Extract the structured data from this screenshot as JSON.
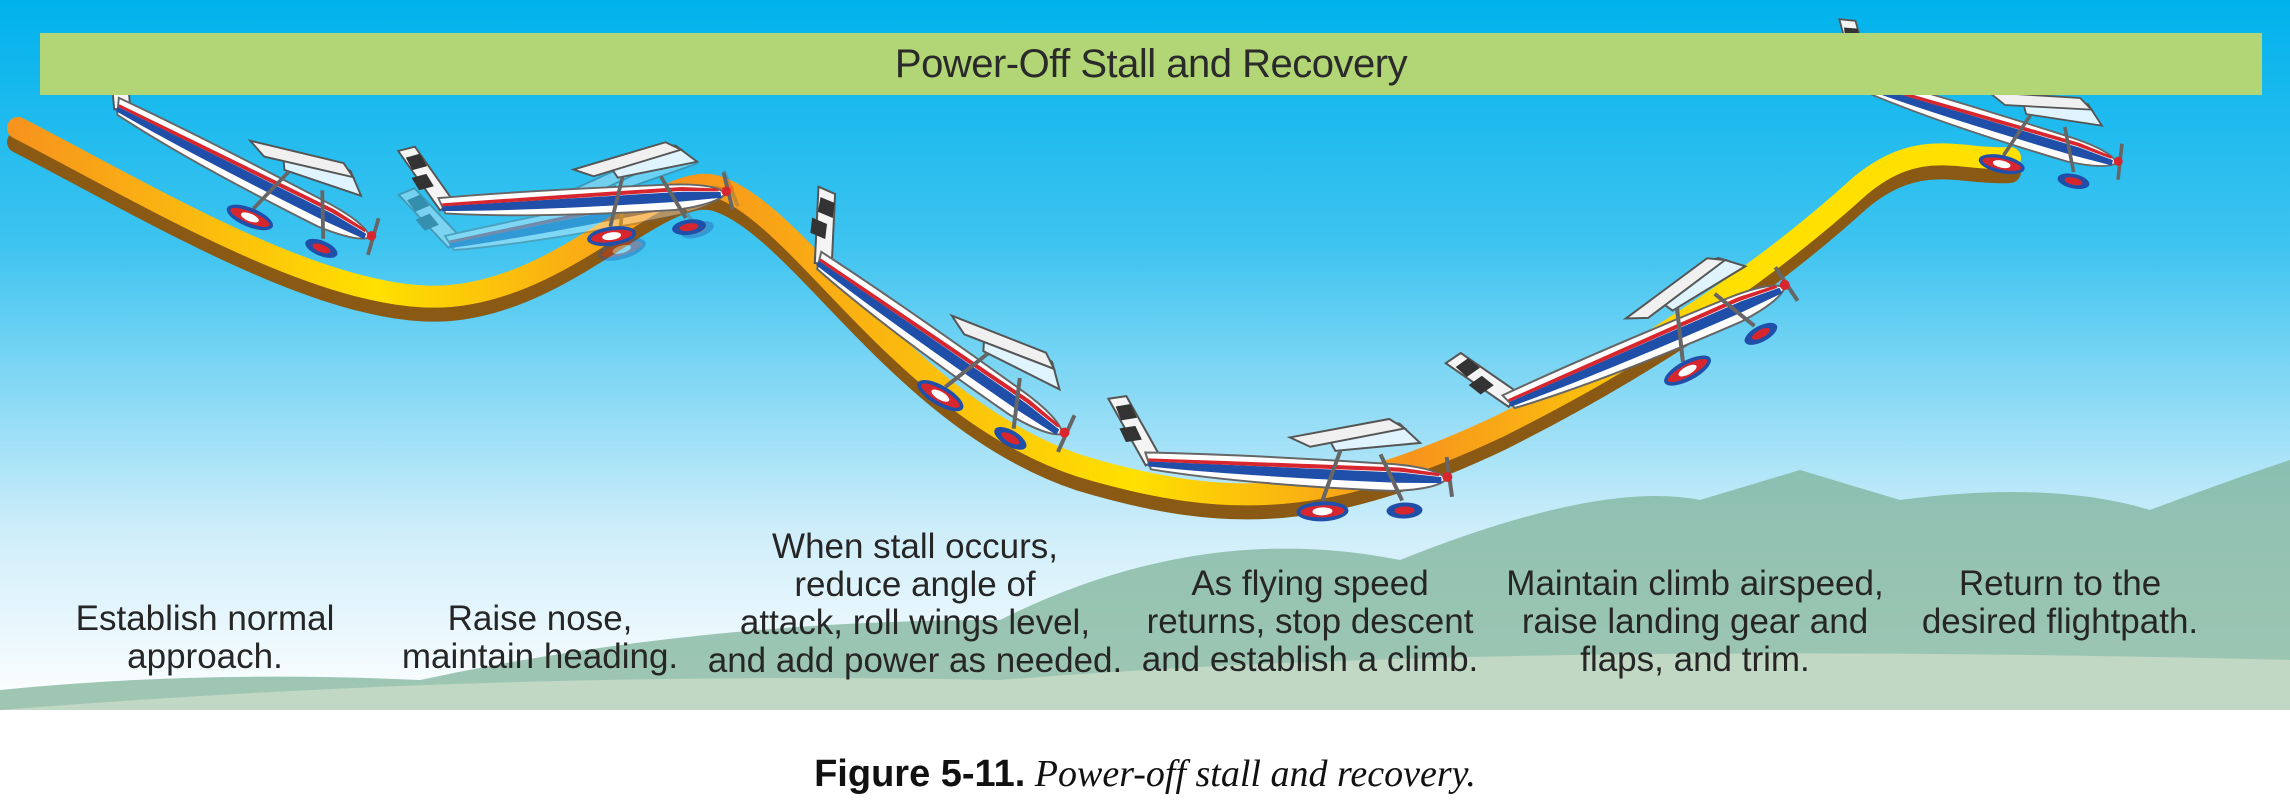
{
  "diagram": {
    "title": "Power-Off Stall and Recovery",
    "steps": [
      "Establish normal\napproach.",
      "Raise nose,\nmaintain heading.",
      "When stall occurs,\nreduce angle of\nattack, roll wings level,\nand add power as needed.",
      "As flying speed\nreturns, stop descent\nand establish a climb.",
      "Maintain climb airspeed,\nraise landing gear and\nflaps, and trim.",
      "Return to the\ndesired flightpath."
    ]
  },
  "caption": {
    "label": "Figure 5-11.",
    "text": "Power-off stall and recovery."
  },
  "colors": {
    "sky_top": "#00b2ec",
    "sky_bottom": "#ffffff",
    "banner": "#b2d675",
    "path_yellow": "#ffe000",
    "path_orange": "#f7941d",
    "path_shadow": "#8a5a14",
    "mountains": "#7fb39a",
    "aircraft_blue": "#1f4fa8",
    "aircraft_stripe": "#d7262e"
  }
}
